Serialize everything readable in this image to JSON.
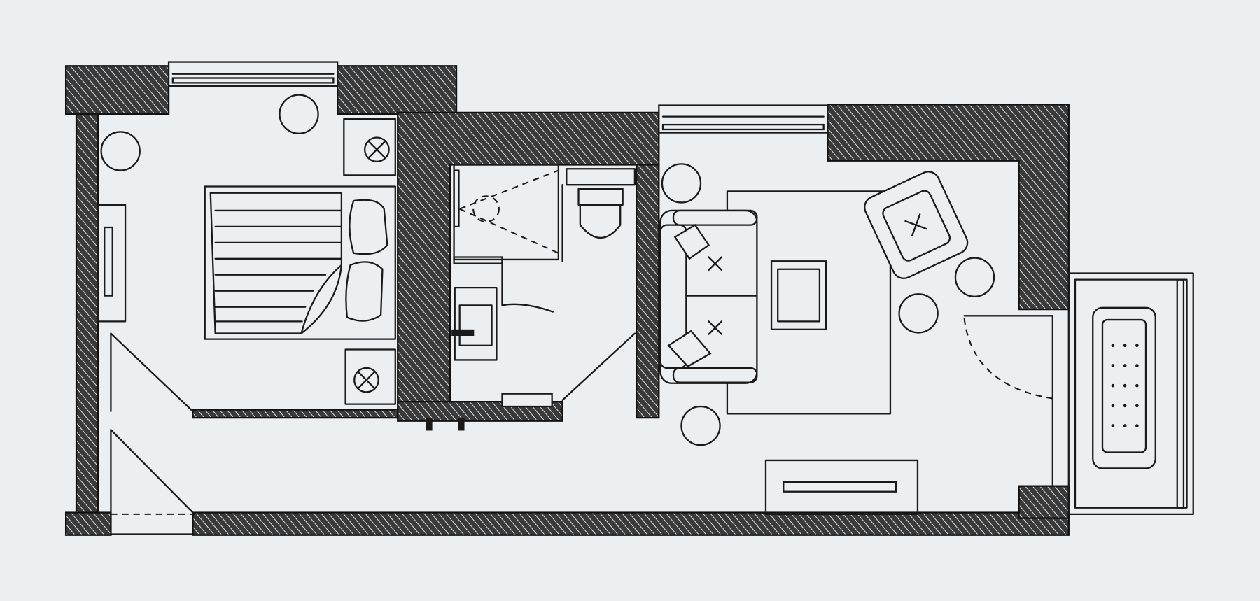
{
  "colors": {
    "background": "#eceff2",
    "ink": "#1a1a1a"
  },
  "icons": [
    "wall-hatch",
    "window",
    "bed",
    "nightstand-lamp",
    "sofa",
    "armchair",
    "coffee-table",
    "rug",
    "toilet",
    "sink",
    "shower",
    "door-swing",
    "tv-cabinet",
    "balcony-lounger",
    "plant-pot"
  ]
}
